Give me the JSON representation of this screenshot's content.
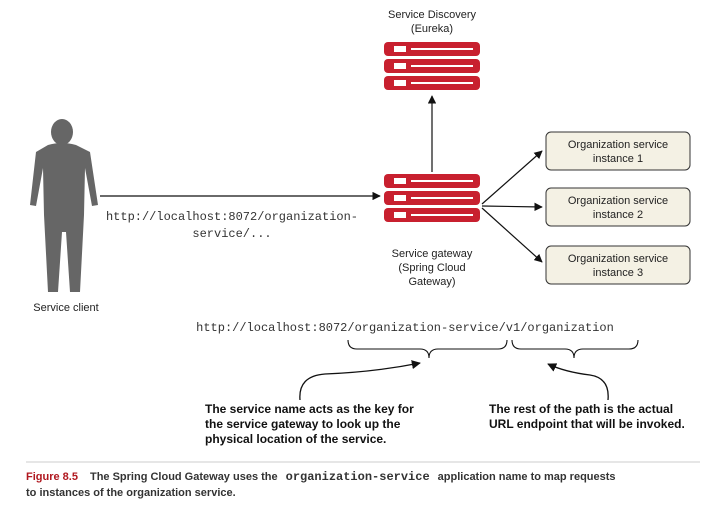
{
  "discovery": {
    "line1": "Service Discovery",
    "line2": "(Eureka)"
  },
  "gateway": {
    "line1": "Service gateway",
    "line2": "(Spring Cloud",
    "line3": "Gateway)"
  },
  "client": {
    "label": "Service client"
  },
  "request_url": {
    "line1": "http://localhost:8072/organization-",
    "line2": "service/..."
  },
  "instances": [
    {
      "line1": "Organization service",
      "line2": "instance 1"
    },
    {
      "line1": "Organization service",
      "line2": "instance 2"
    },
    {
      "line1": "Organization service",
      "line2": "instance 3"
    }
  ],
  "full_url": "http://localhost:8072/organization-service/v1/organization",
  "note_left": {
    "line1": "The service name acts as the key for",
    "line2": "the service gateway to look up the",
    "line3": "physical location of the service."
  },
  "note_right": {
    "line1": "The rest of the path is the actual",
    "line2": "URL endpoint that will be invoked."
  },
  "caption": {
    "label": "Figure 8.5",
    "text_before": "The Spring Cloud Gateway uses the",
    "code": "organization-service",
    "text_after": "application name to map requests",
    "line2": "to instances of the organization service."
  },
  "colors": {
    "server": "#c8202f",
    "box_fill": "#f4f1e4",
    "caption_accent": "#b0171f"
  }
}
